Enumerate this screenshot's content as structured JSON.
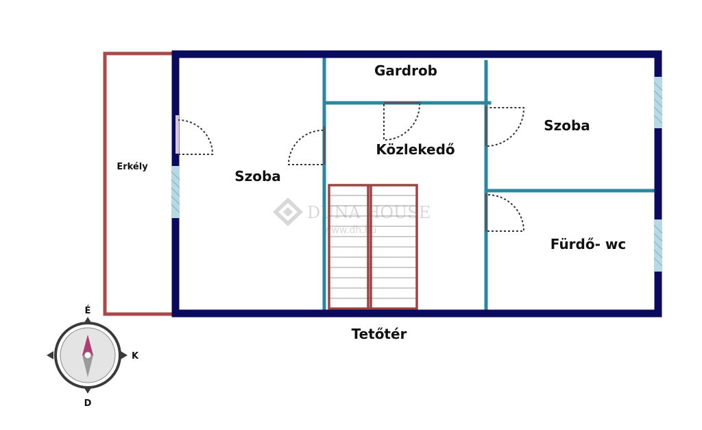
{
  "rooms": {
    "balcony": "Erkély",
    "room_left": "Szoba",
    "wardrobe": "Gardrob",
    "hallway": "Közlekedő",
    "room_right": "Szoba",
    "bathroom": "Fürdő- wc"
  },
  "floor": {
    "name": "Tetőtér"
  },
  "compass": {
    "north": "É",
    "east": "K",
    "south": "D"
  },
  "watermark": {
    "brand": "DUNA HOUSE",
    "url": "www.dh.hu"
  },
  "colors": {
    "outer_wall": "#0b0b5e",
    "inner_wall": "#2b86a0",
    "balcony": "#a84a4a",
    "stairs": "#9c4444",
    "window": "#b8d8e4",
    "door_swing": "#333333",
    "compass_ring": "#3a3a3a",
    "compass_face": "#e4e4e4",
    "needle_north": "#b03a74",
    "needle_south": "#9a9a9a"
  }
}
